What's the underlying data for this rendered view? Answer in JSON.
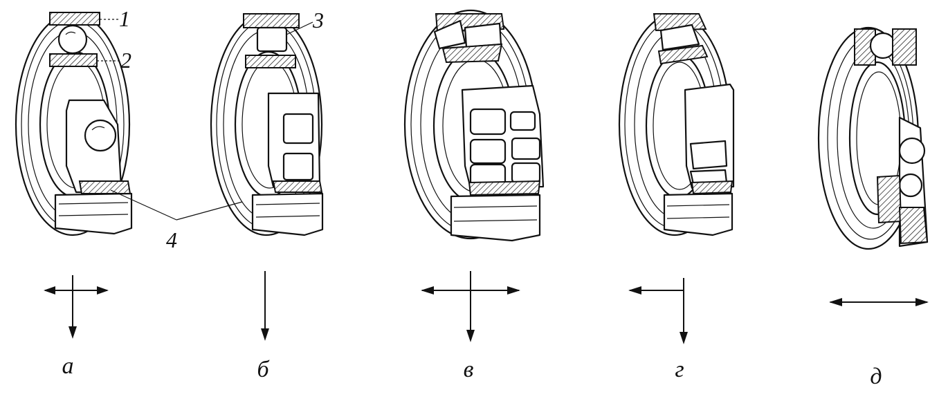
{
  "figure": {
    "bearings": [
      {
        "id": "a",
        "label": "а",
        "load": "radial-and-axial"
      },
      {
        "id": "b",
        "label": "б",
        "load": "radial"
      },
      {
        "id": "v",
        "label": "в",
        "load": "radial-and-axial"
      },
      {
        "id": "g",
        "label": "г",
        "load": "radial-and-one-way-axial"
      },
      {
        "id": "d",
        "label": "д",
        "load": "axial"
      }
    ],
    "callouts": [
      "1",
      "2",
      "3",
      "4"
    ]
  }
}
